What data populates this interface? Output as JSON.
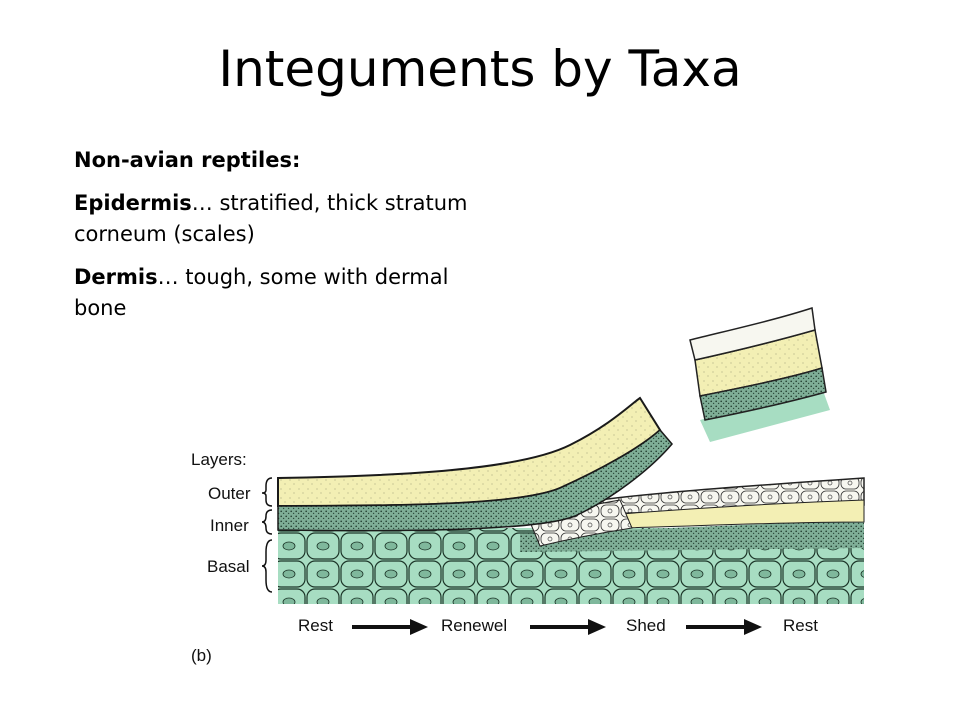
{
  "slide": {
    "title": "Integuments by Taxa",
    "heading": "Non-avian reptiles:",
    "paragraphs": [
      {
        "term": "Epidermis",
        "text": "… stratified, thick stratum corneum (scales)"
      },
      {
        "term": "Dermis",
        "text": "… tough, some with dermal bone"
      }
    ]
  },
  "figure": {
    "layers_title": "Layers:",
    "layers": [
      "Outer",
      "Inner",
      "Basal"
    ],
    "stages": [
      "Rest",
      "Renewel",
      "Shed",
      "Rest"
    ],
    "panel_label": "(b)",
    "colors": {
      "outer": "#f3efb4",
      "inner": "#7fae97",
      "basal": "#a7ddc2",
      "shed": "#f7f7f0",
      "ink": "#111111"
    }
  }
}
